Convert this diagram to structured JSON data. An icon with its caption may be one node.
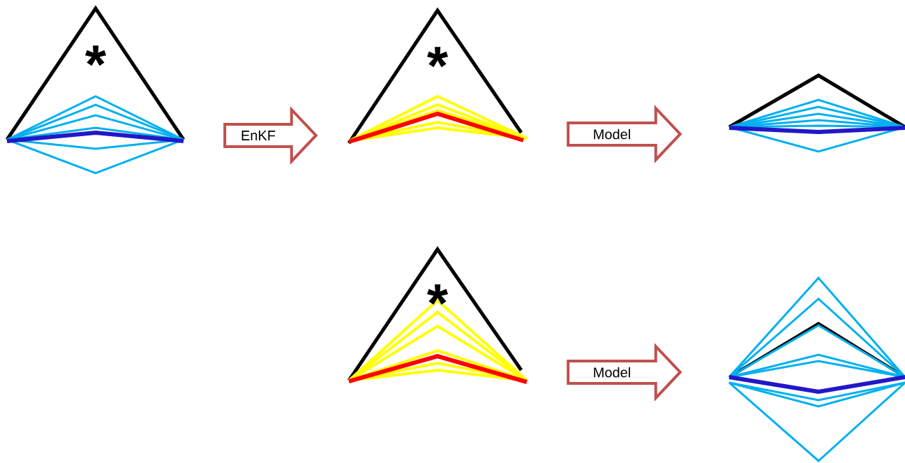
{
  "diagram": {
    "nodes": [
      {
        "text": [],
        "shape": "picture"
      },
      {
        "text": [],
        "shape": "picture"
      },
      {
        "text": [],
        "shape": "picture"
      },
      {
        "text": [],
        "shape": "picture"
      },
      {
        "text": [],
        "shape": "picture"
      }
    ],
    "edges": [
      {
        "from": 0,
        "to": 1,
        "arrow": "to",
        "label": "EnKF"
      },
      {
        "from": 1,
        "to": 2,
        "arrow": "to",
        "label": "Model"
      },
      {
        "from": 3,
        "to": 4,
        "arrow": "to",
        "label": "Model"
      }
    ],
    "labels": [
      "*",
      "*",
      "*"
    ]
  }
}
